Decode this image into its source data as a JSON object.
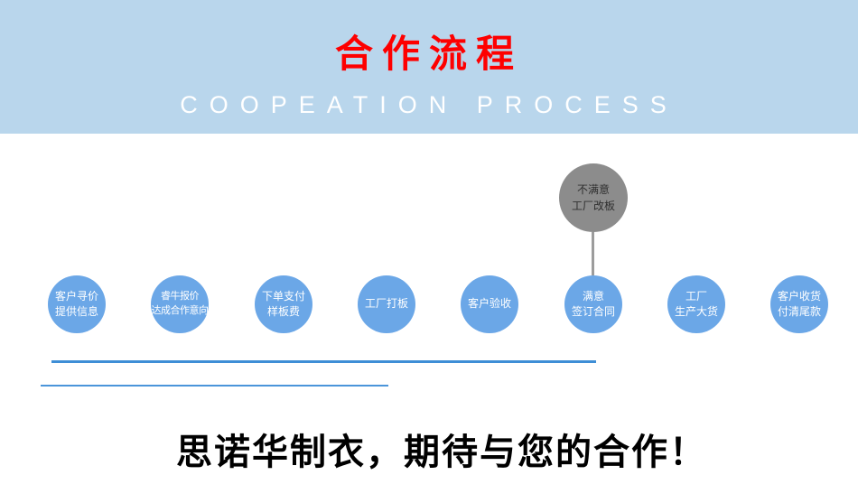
{
  "banner": {
    "title": "合作流程",
    "subtitle": "COOPEATION PROCESS"
  },
  "colors": {
    "banner_bg": "#b9d6ec",
    "title_red": "#fe0000",
    "subtitle_white": "#ffffff",
    "step_circle_blue": "#6ba7e7",
    "alt_circle_gray": "#8c8c8c",
    "underline_blue": "#3e8ed6",
    "slogan_black": "#000000"
  },
  "flow": {
    "steps": [
      {
        "label": "客户寻价\n提供信息"
      },
      {
        "label": "睿牛报价\n达成合作意向"
      },
      {
        "label": "下单支付\n样板费"
      },
      {
        "label": "工厂打板"
      },
      {
        "label": "客户验收"
      },
      {
        "label": "满意\n签订合同"
      },
      {
        "label": "工厂\n生产大货"
      },
      {
        "label": "客户收货\n付清尾款"
      }
    ],
    "alt_step": {
      "label": "不满意\n工厂改板"
    }
  },
  "footer": {
    "slogan": "思诺华制衣，期待与您的合作！"
  }
}
